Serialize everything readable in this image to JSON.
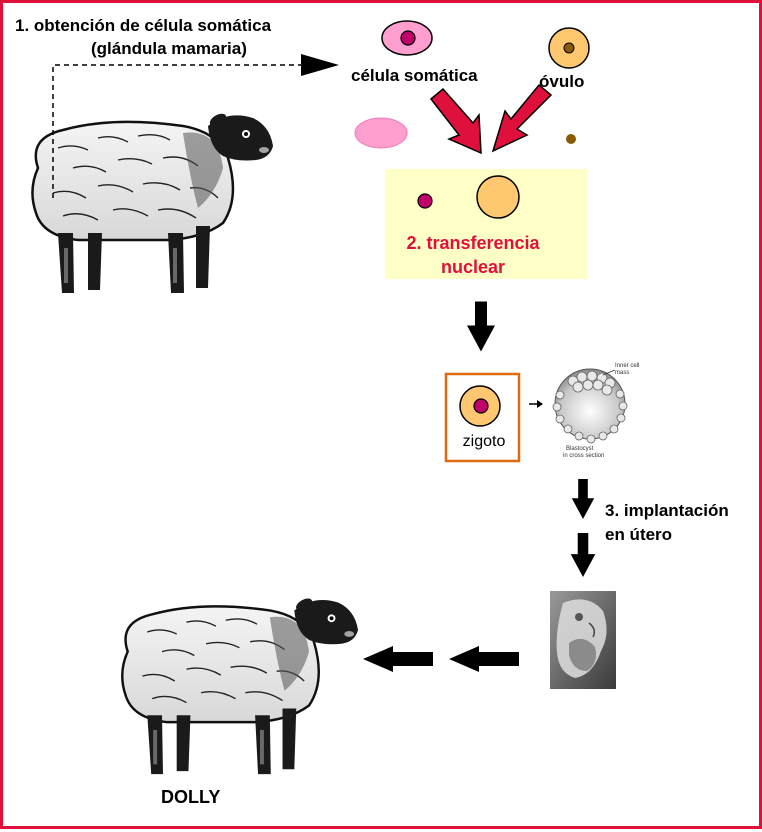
{
  "steps": {
    "step1_line1": "1. obtención de célula somática",
    "step1_line2": "(glándula mamaria)",
    "step2_line1": "2. transferencia",
    "step2_line2": "nuclear",
    "step3_line1": "3. implantación",
    "step3_line2": "en útero"
  },
  "labels": {
    "somatic_cell": "célula somática",
    "ovum": "óvulo",
    "zygote": "zigoto",
    "result": "DOLLY"
  },
  "blastocyst": {
    "label_top_1": "Inner cell",
    "label_top_2": "mass",
    "label_bottom_1": "Blastocyst",
    "label_bottom_2": "in cross section"
  },
  "colors": {
    "frame_border": "#e0103c",
    "transfer_text": "#e0103c",
    "somatic_cell_fill": "#ff9fd0",
    "somatic_nucleus": "#c0006a",
    "ovum_fill": "#ffc870",
    "ovum_nucleus": "#8a5a00",
    "transfer_box": "#ffffc8",
    "zygote_box_border": "#e06a10"
  },
  "icons": [
    "sheep-icon",
    "blastocyst-icon",
    "embryo-icon"
  ]
}
